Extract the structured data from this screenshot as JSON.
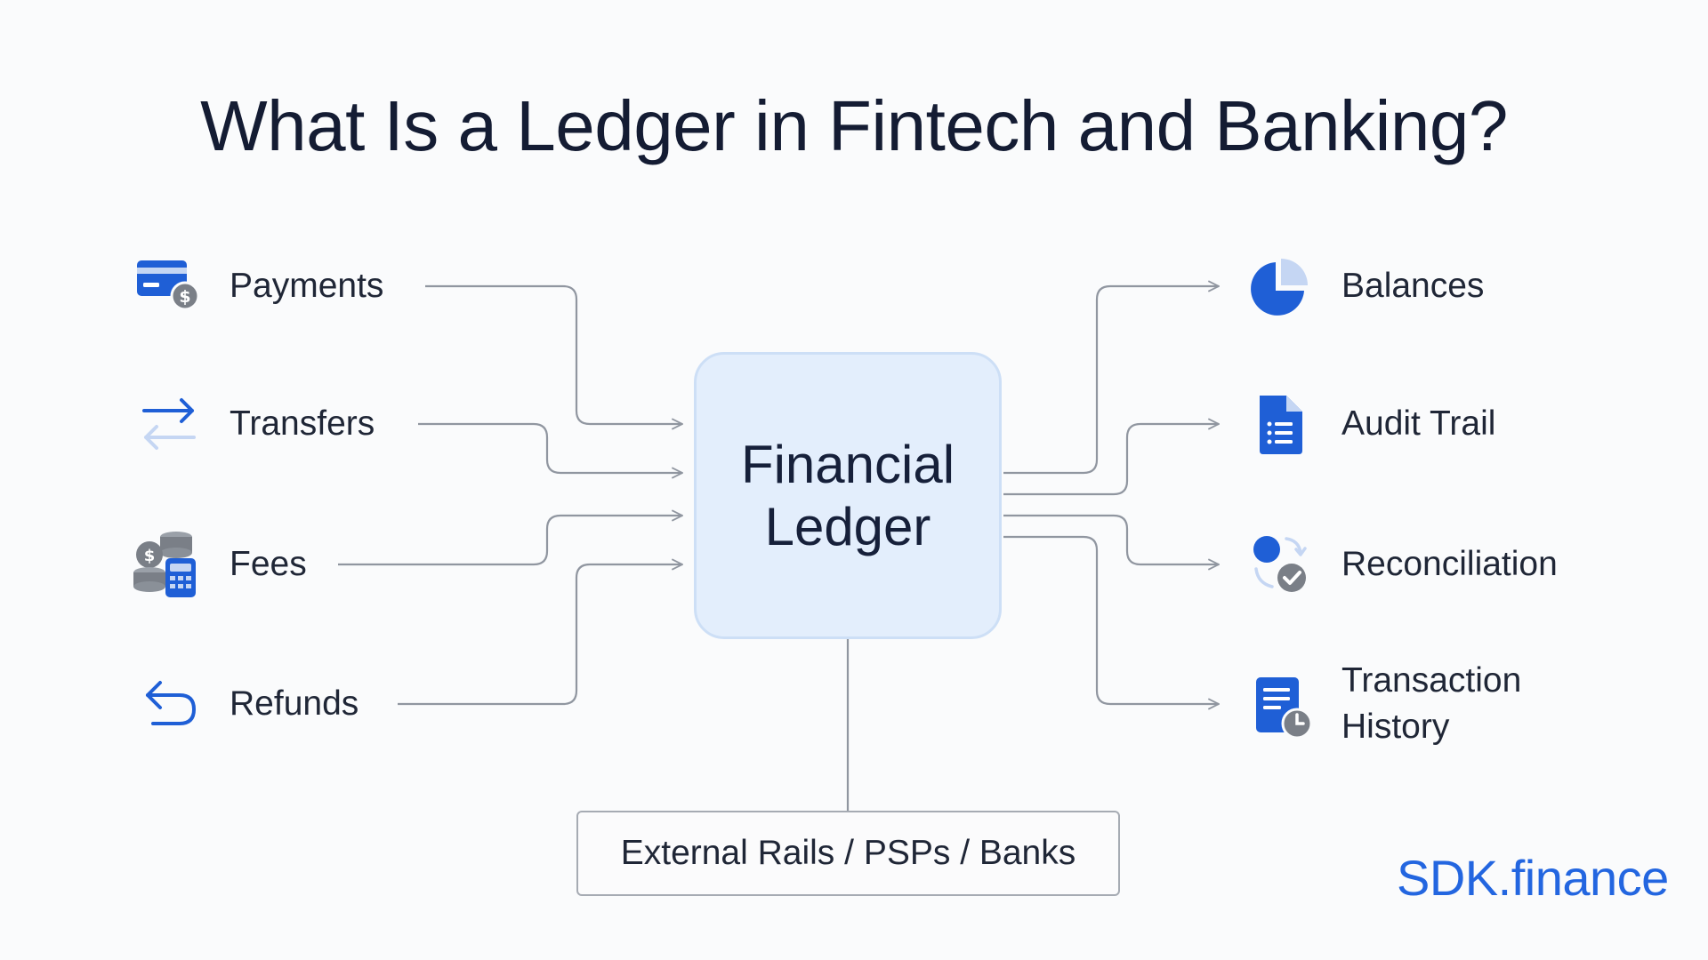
{
  "title": "What Is a Ledger in Fintech and Banking?",
  "center": {
    "label_line1": "Financial",
    "label_line2": "Ledger"
  },
  "inputs": [
    {
      "label": "Payments",
      "icon": "credit-card-dollar-icon"
    },
    {
      "label": "Transfers",
      "icon": "transfer-arrows-icon"
    },
    {
      "label": "Fees",
      "icon": "coins-calculator-icon"
    },
    {
      "label": "Refunds",
      "icon": "undo-arrow-icon"
    }
  ],
  "outputs": [
    {
      "label": "Balances",
      "icon": "pie-chart-icon"
    },
    {
      "label": "Audit Trail",
      "icon": "document-list-icon"
    },
    {
      "label": "Reconciliation",
      "icon": "reconcile-check-icon"
    },
    {
      "label_line1": "Transaction",
      "label_line2": "History",
      "icon": "document-clock-icon"
    }
  ],
  "external": {
    "label": "External Rails / PSPs / Banks"
  },
  "brand": "SDK.finance",
  "colors": {
    "accent": "#2366e0",
    "icon_blue": "#1f5fd6",
    "icon_light": "#c5d6f3",
    "icon_gray": "#7a7f87",
    "connector": "#9096a0",
    "core_fill": "#e3eefc",
    "core_border": "#cddff6"
  }
}
